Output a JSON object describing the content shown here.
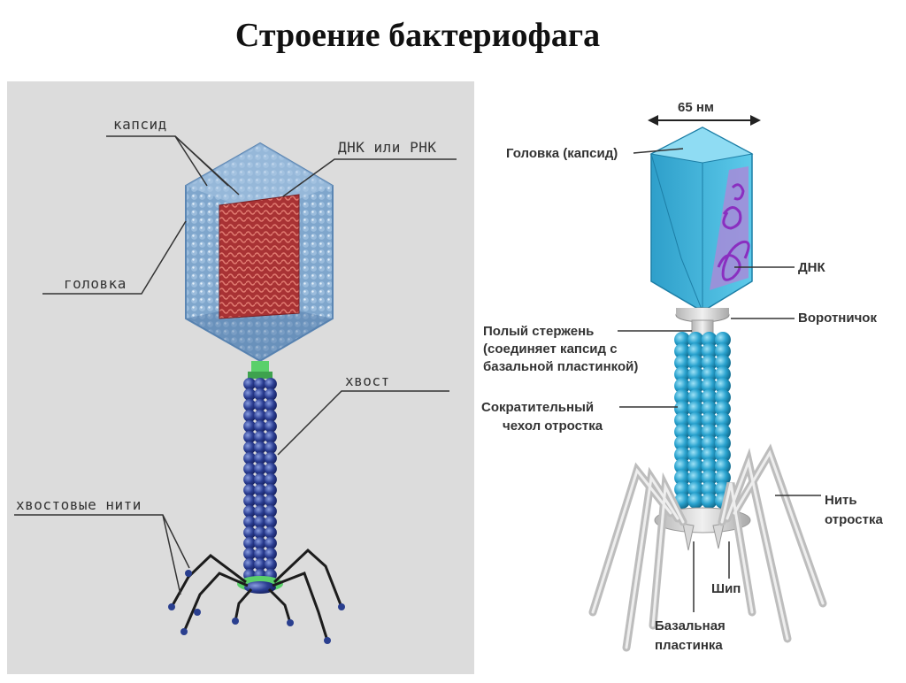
{
  "title": "Строение бактериофага",
  "left_diagram": {
    "labels": {
      "capsid": "капсид",
      "dna_rna": "ДНК или РНК",
      "head": "головка",
      "tail": "хвост",
      "tail_fibers": "хвостовые нити"
    }
  },
  "right_diagram": {
    "labels": {
      "size": "65 нм",
      "head_capsid": "Головка (капсид)",
      "dna": "ДНК",
      "collar": "Воротничок",
      "hollow_rod_1": "Полый стержень",
      "hollow_rod_2": "(соединяет капсид с",
      "hollow_rod_3": "базальной пластинкой)",
      "sheath_1": "Сократительный",
      "sheath_2": "чехол отростка",
      "fiber_1": "Нить",
      "fiber_2": "отростка",
      "spike": "Шип",
      "baseplate_1": "Базальная",
      "baseplate_2": "пластинка"
    }
  },
  "colors": {
    "left_bg": "#dcdcdc",
    "capsid_blue": "#6f9bc4",
    "dna_red": "#b4383a",
    "tail_navy": "#2a3f8f",
    "collar_green": "#5ad06a",
    "right_capsid": "#3fb4d8",
    "right_sheath": "#2fa7d0",
    "dna_purple": "#9a3fc8",
    "leg_gray": "#c9c9c9"
  }
}
